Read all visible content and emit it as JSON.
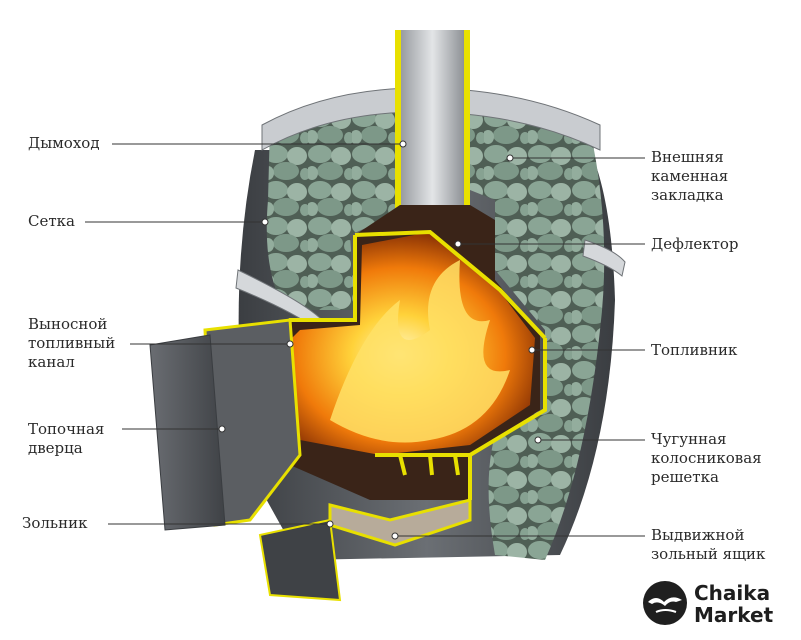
{
  "labels": {
    "chimney": "Дымоход",
    "mesh": "Сетка",
    "fuel_channel": "Выносной\nтопливный\nканал",
    "firebox_door": "Топочная\nдверца",
    "ash_pit": "Зольник",
    "outer_stones": "Внешняя\nкаменная\nзакладка",
    "deflector": "Дефлектор",
    "firebox": "Топливник",
    "grate": "Чугунная\nколосниковая\nрешетка",
    "ash_drawer": "Выдвижной\nзольный ящик"
  },
  "logo": {
    "text": "Chaika\nMarket"
  },
  "colors": {
    "outline_yellow": "#e8e000",
    "steel": "#8d9196",
    "dark_steel": "#4a4d52",
    "stone": "#7f9a88",
    "fire": "#ff9a10",
    "leader": "#333333"
  }
}
